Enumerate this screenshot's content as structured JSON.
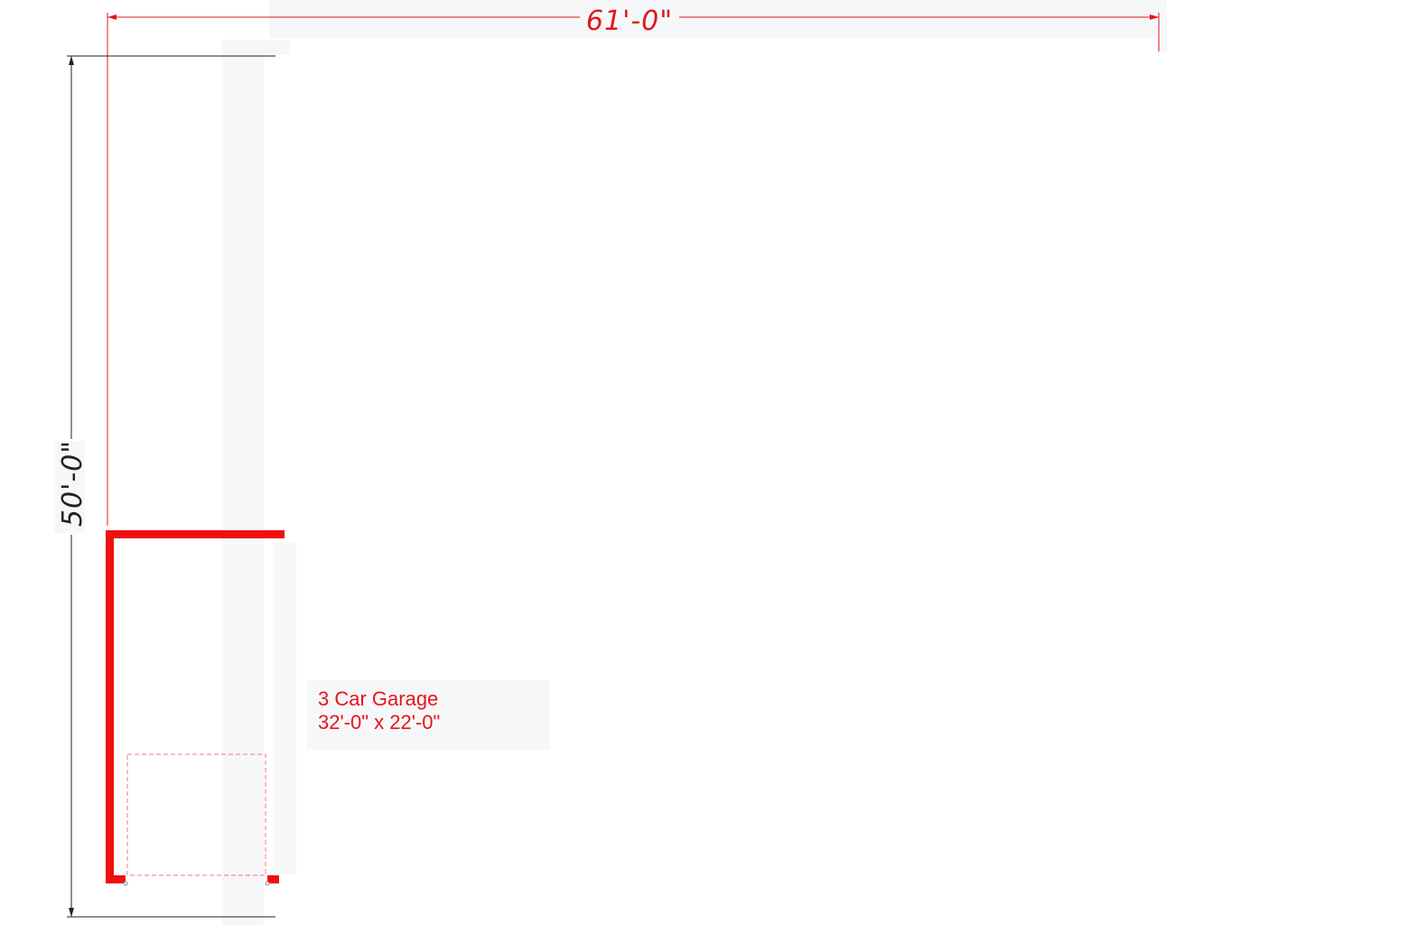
{
  "plan": {
    "width_dimension": "61'-0\"",
    "depth_dimension": "50'-0\"",
    "room": {
      "name": "3 Car Garage",
      "size": "32'-0\" x 22'-0\""
    }
  },
  "colors": {
    "wall": "#ee1111",
    "dimension_red": "#e01818",
    "dimension_dark": "#222222",
    "shading": "#f6f7f9",
    "room_text": "#e8141c"
  }
}
